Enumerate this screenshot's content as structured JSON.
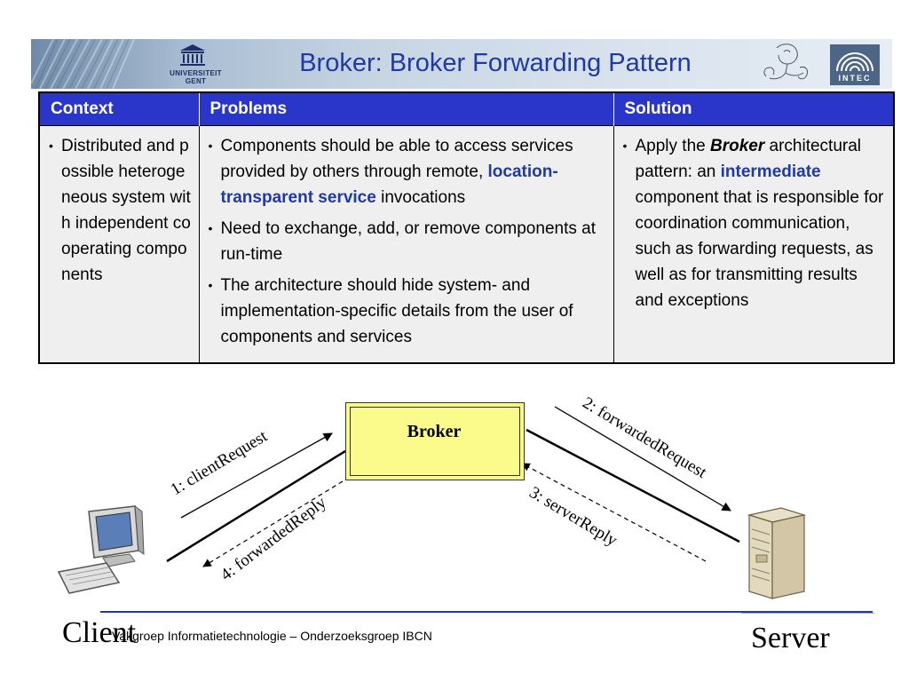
{
  "title": "Broker: Broker Forwarding Pattern",
  "logo_ugent": {
    "line1": "UNIVERSITEIT",
    "line2": "GENT"
  },
  "logo_intec": {
    "text": "INTEC"
  },
  "table": {
    "headers": [
      "Context",
      "Problems",
      "Solution"
    ],
    "context": [
      "Distributed and possible heterogeneous system with independent cooperating components"
    ],
    "problems": {
      "p1_before": "Components should be able to access services provided by others through remote, ",
      "p1_highlight": "location-transparent service",
      "p1_after": " invocations",
      "p2": "Need to exchange, add, or remove components at run-time",
      "p3": "The architecture should hide system- and implementation-specific details from the user of components and services"
    },
    "solution": {
      "before": "Apply the ",
      "bold_italic": "Broker",
      "middle": " architectural pattern: an ",
      "highlight": "intermediate",
      "after": " component that is responsible for coordination communication, such as forwarding requests, as well as for transmitting results and exceptions"
    }
  },
  "diagram": {
    "broker": "Broker",
    "client": "Client",
    "server": "Server",
    "messages": {
      "m1": "1: clientRequest",
      "m2": "2: forwardedRequest",
      "m3": "3: serverReply",
      "m4": "4: forwardedReply"
    }
  },
  "footer": "Vakgroep Informatietechnologie – Onderzoeksgroep IBCN",
  "colors": {
    "accent": "#1f3aa6",
    "table_header": "#2a36c9",
    "broker_box": "#fbfb8c",
    "cell_bg": "#efefef"
  }
}
